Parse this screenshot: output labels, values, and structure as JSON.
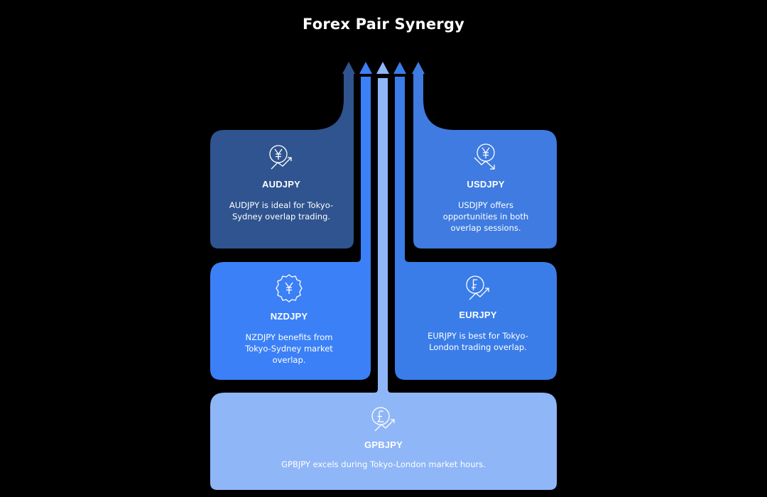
{
  "title": "Forex Pair Synergy",
  "colors": {
    "background": "#000000",
    "audjpy": "#2f548f",
    "usdjpy": "#3f7be0",
    "nzdjpy": "#3b80f6",
    "eurjpy": "#3a7de9",
    "gbpjpy": "#8fb6f7"
  },
  "cards": {
    "audjpy": {
      "name": "AUDJPY",
      "description": "AUDJPY is ideal for Tokyo-Sydney overlap trading.",
      "icon": "yen-trend-up-icon"
    },
    "usdjpy": {
      "name": "USDJPY",
      "description": "USDJPY offers opportunities in both overlap sessions.",
      "icon": "yen-trend-down-icon"
    },
    "nzdjpy": {
      "name": "NZDJPY",
      "description": "NZDJPY benefits from Tokyo-Sydney market overlap.",
      "icon": "yen-badge-icon"
    },
    "eurjpy": {
      "name": "EURJPY",
      "description": "EURJPY is best for Tokyo-London trading overlap.",
      "icon": "franc-trend-up-icon"
    },
    "gbpjpy": {
      "name": "GPBJPY",
      "description": "GPBJPY excels during Tokyo-London market hours.",
      "icon": "pound-trend-up-icon"
    }
  }
}
